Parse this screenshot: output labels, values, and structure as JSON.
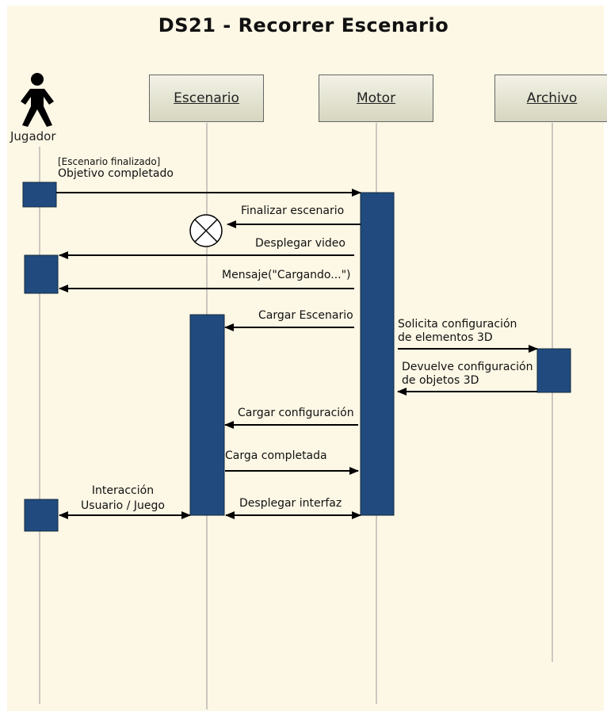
{
  "diagram": {
    "title": "DS21 - Recorrer Escenario",
    "colors": {
      "background": "#fdf7e5",
      "activation": "#214b7f",
      "lifeline": "#9a9a9a",
      "arrow": "#000000"
    },
    "participants": {
      "actor": {
        "label": "Jugador",
        "icon": "stick-figure-icon"
      },
      "escenario": {
        "label": "Escenario"
      },
      "motor": {
        "label": "Motor"
      },
      "archivo": {
        "label": "Archivo"
      }
    },
    "messages": {
      "m1_guard": "[Escenario finalizado]",
      "m1": "Objetivo completado",
      "m2": "Finalizar escenario",
      "m3": "Desplegar video",
      "m4": "Mensaje(\"Cargando...\")",
      "m5": "Cargar Escenario",
      "m6_line1": "Solicita configuración",
      "m6_line2": "de elementos 3D",
      "m7_line1": "Devuelve configuración",
      "m7_line2": "de objetos 3D",
      "m8": "Cargar configuración",
      "m9": "Carga completada",
      "m10_line1": "Interacción",
      "m10_line2": "Usuario / Juego",
      "m11": "Desplegar interfaz"
    }
  }
}
